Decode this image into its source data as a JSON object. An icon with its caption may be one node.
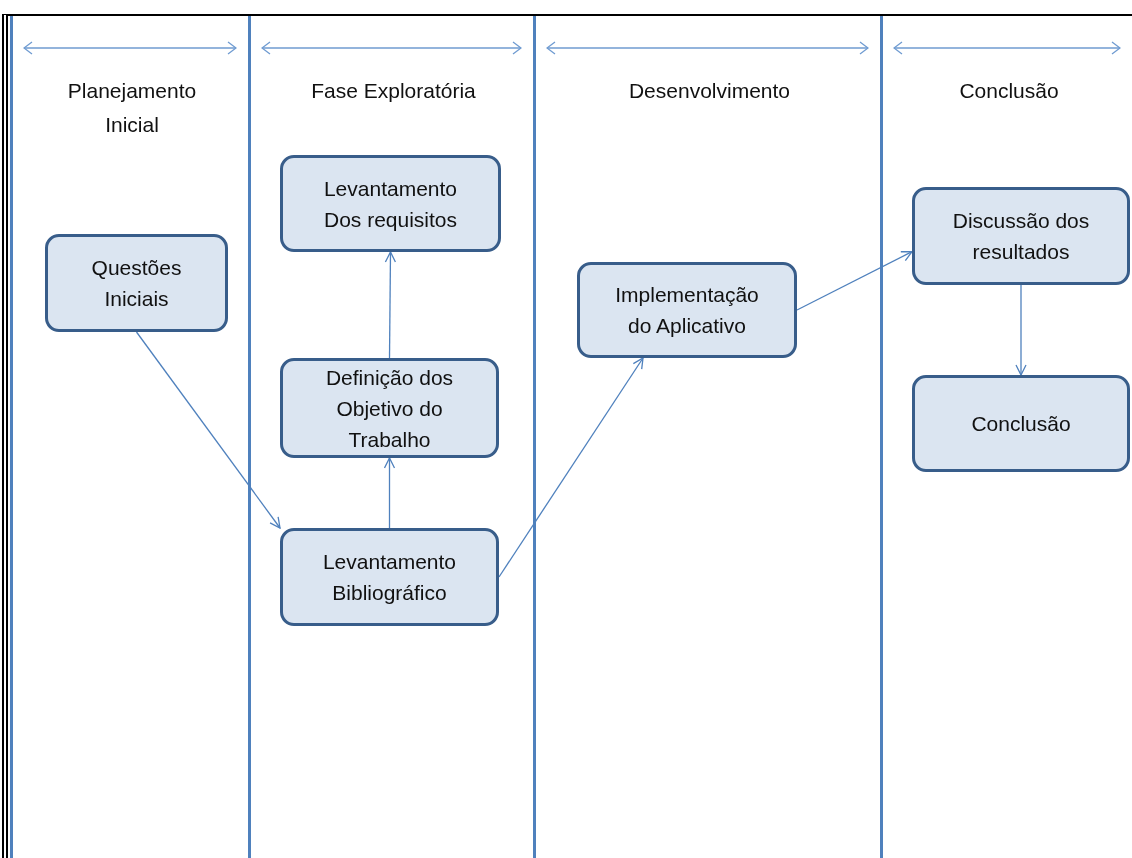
{
  "diagram": {
    "nodes": [
      {
        "text": [
          "Planejamento Inicial"
        ]
      },
      {
        "text": [
          "Fase Exploratória"
        ]
      },
      {
        "text": [
          "Desenvolvimento"
        ]
      },
      {
        "text": [
          "Conclusão"
        ]
      },
      {
        "text": [
          "Questões Iniciais"
        ],
        "in": 0
      },
      {
        "text": [
          "Levantamento Dos requisitos"
        ],
        "in": 1
      },
      {
        "text": [
          "Definição dos Objetivo do Trabalho"
        ],
        "in": 1
      },
      {
        "text": [
          "Levantamento Bibliográfico"
        ],
        "in": 1
      },
      {
        "text": [
          "Implementação do Aplicativo"
        ],
        "in": 2
      },
      {
        "text": [
          "Discussão dos resultados"
        ],
        "in": 3
      },
      {
        "text": [
          "Conclusão"
        ],
        "in": 3
      }
    ],
    "edges": [
      {
        "from": 4,
        "to": 7,
        "arrow": "to"
      },
      {
        "from": 7,
        "to": 6,
        "arrow": "to"
      },
      {
        "from": 6,
        "to": 5,
        "arrow": "to"
      },
      {
        "from": 7,
        "to": 8,
        "arrow": "to"
      },
      {
        "from": 8,
        "to": 9,
        "arrow": "to"
      },
      {
        "from": 9,
        "to": 10,
        "arrow": "to"
      }
    ]
  }
}
